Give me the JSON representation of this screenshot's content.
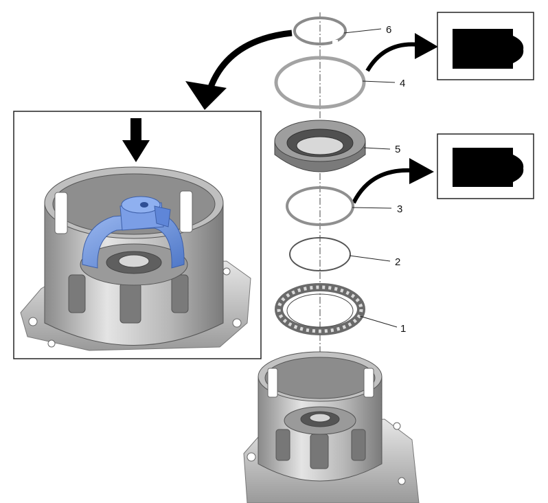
{
  "callouts": {
    "c1": "1",
    "c2": "2",
    "c3": "3",
    "c4": "4",
    "c5": "5",
    "c6": "6"
  },
  "colors": {
    "background": "#ffffff",
    "line": "#222222",
    "metal_light": "#d9d9d9",
    "metal_mid": "#a9a9a9",
    "metal_dark": "#6f6f6f",
    "tool_blue": "#6f97e6",
    "black": "#000000"
  },
  "icons": [
    "down-arrow-icon",
    "curved-arrow-icon",
    "cross-section-icon"
  ]
}
